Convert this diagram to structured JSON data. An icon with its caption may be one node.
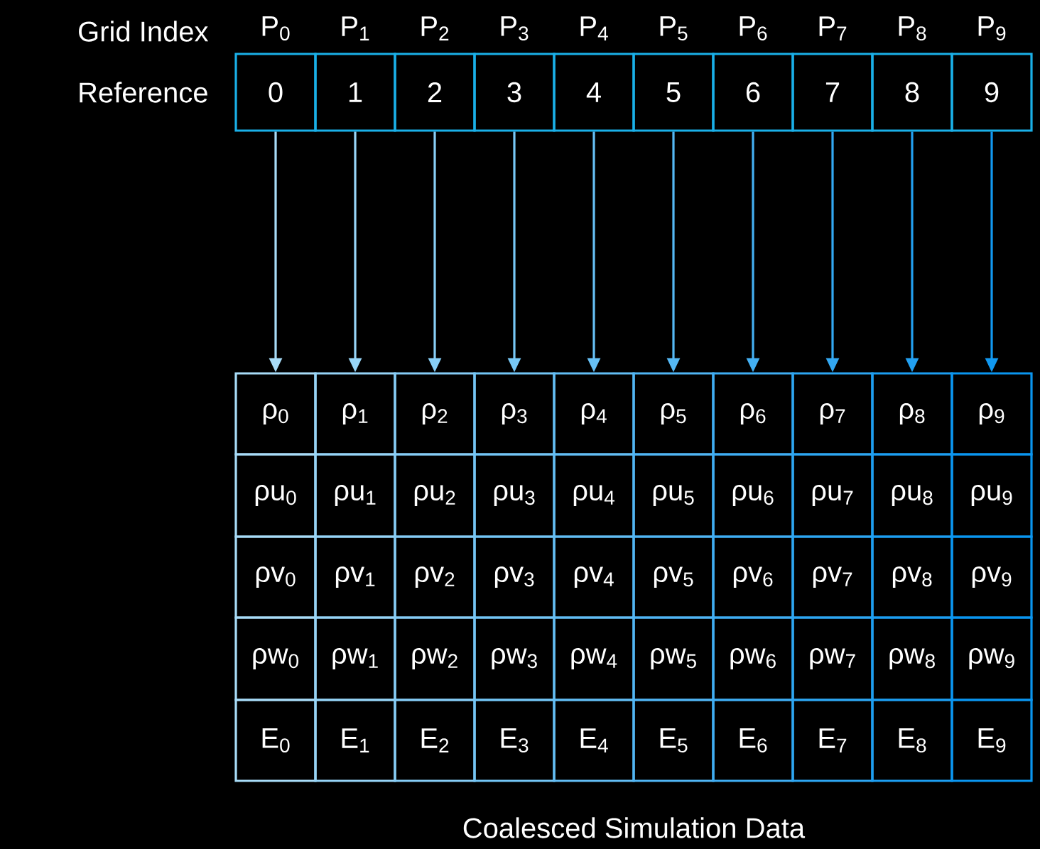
{
  "diagram": {
    "caption": "Coalesced Simulation Data",
    "nodes": [
      {
        "text": [
          "0"
        ]
      },
      {
        "text": [
          "1"
        ]
      },
      {
        "text": [
          "2"
        ]
      },
      {
        "text": [
          "3"
        ]
      },
      {
        "text": [
          "4"
        ]
      },
      {
        "text": [
          "5"
        ]
      },
      {
        "text": [
          "6"
        ]
      },
      {
        "text": [
          "7"
        ]
      },
      {
        "text": [
          "8"
        ]
      },
      {
        "text": [
          "9"
        ]
      },
      {
        "text": [
          "ρ$_{0}$"
        ]
      },
      {
        "text": [
          "ρ$_{1}$"
        ]
      },
      {
        "text": [
          "ρ$_{2}$"
        ]
      },
      {
        "text": [
          "ρ$_{3}$"
        ]
      },
      {
        "text": [
          "ρ$_{4}$"
        ]
      },
      {
        "text": [
          "ρ$_{5}$"
        ]
      },
      {
        "text": [
          "ρ$_{6}$"
        ]
      },
      {
        "text": [
          "ρ$_{7}$"
        ]
      },
      {
        "text": [
          "ρ$_{8}$"
        ]
      },
      {
        "text": [
          "ρ$_{9}$"
        ]
      },
      {
        "text": [
          "ρu$_{0}$"
        ]
      },
      {
        "text": [
          "ρu$_{1}$"
        ]
      },
      {
        "text": [
          "ρu$_{2}$"
        ]
      },
      {
        "text": [
          "ρu$_{3}$"
        ]
      },
      {
        "text": [
          "ρu$_{4}$"
        ]
      },
      {
        "text": [
          "ρu$_{5}$"
        ]
      },
      {
        "text": [
          "ρu$_{6}$"
        ]
      },
      {
        "text": [
          "ρu$_{7}$"
        ]
      },
      {
        "text": [
          "ρu$_{8}$"
        ]
      },
      {
        "text": [
          "ρu$_{9}$"
        ]
      },
      {
        "text": [
          "ρv$_{0}$"
        ]
      },
      {
        "text": [
          "ρv$_{1}$"
        ]
      },
      {
        "text": [
          "ρv$_{2}$"
        ]
      },
      {
        "text": [
          "ρv$_{3}$"
        ]
      },
      {
        "text": [
          "ρv$_{4}$"
        ]
      },
      {
        "text": [
          "ρv$_{5}$"
        ]
      },
      {
        "text": [
          "ρv$_{6}$"
        ]
      },
      {
        "text": [
          "ρv$_{7}$"
        ]
      },
      {
        "text": [
          "ρv$_{8}$"
        ]
      },
      {
        "text": [
          "ρv$_{9}$"
        ]
      },
      {
        "text": [
          "ρw$_{0}$"
        ]
      },
      {
        "text": [
          "ρw$_{1}$"
        ]
      },
      {
        "text": [
          "ρw$_{2}$"
        ]
      },
      {
        "text": [
          "ρw$_{3}$"
        ]
      },
      {
        "text": [
          "ρw$_{4}$"
        ]
      },
      {
        "text": [
          "ρw$_{5}$"
        ]
      },
      {
        "text": [
          "ρw$_{6}$"
        ]
      },
      {
        "text": [
          "ρw$_{7}$"
        ]
      },
      {
        "text": [
          "ρw$_{8}$"
        ]
      },
      {
        "text": [
          "ρw$_{9}$"
        ]
      },
      {
        "text": [
          "E$_{0}$"
        ]
      },
      {
        "text": [
          "E$_{1}$"
        ]
      },
      {
        "text": [
          "E$_{2}$"
        ]
      },
      {
        "text": [
          "E$_{3}$"
        ]
      },
      {
        "text": [
          "E$_{4}$"
        ]
      },
      {
        "text": [
          "E$_{5}$"
        ]
      },
      {
        "text": [
          "E$_{6}$"
        ]
      },
      {
        "text": [
          "E$_{7}$"
        ]
      },
      {
        "text": [
          "E$_{8}$"
        ]
      },
      {
        "text": [
          "E$_{9}$"
        ]
      }
    ],
    "edges": [
      {
        "from": 0,
        "to": 10,
        "arrow": "to",
        "color": "#a8dcf8"
      },
      {
        "from": 1,
        "to": 11,
        "arrow": "to",
        "color": "#98d6f8"
      },
      {
        "from": 2,
        "to": 12,
        "arrow": "to",
        "color": "#88cff7"
      },
      {
        "from": 3,
        "to": 13,
        "arrow": "to",
        "color": "#77c8f6"
      },
      {
        "from": 4,
        "to": 14,
        "arrow": "to",
        "color": "#66c0f5"
      },
      {
        "from": 5,
        "to": 15,
        "arrow": "to",
        "color": "#55b8f4"
      },
      {
        "from": 6,
        "to": 16,
        "arrow": "to",
        "color": "#44b0f3"
      },
      {
        "from": 7,
        "to": 17,
        "arrow": "to",
        "color": "#33a8f2"
      },
      {
        "from": 8,
        "to": 18,
        "arrow": "to",
        "color": "#22a0f1"
      },
      {
        "from": 9,
        "to": 19,
        "arrow": "to",
        "color": "#1198f0"
      }
    ],
    "labels": [
      "Grid Index",
      "P$_{0}$",
      "P$_{1}$",
      "P$_{2}$",
      "P$_{3}$",
      "P$_{4}$",
      "P$_{5}$",
      "P$_{6}$",
      "P$_{7}$",
      "P$_{8}$",
      "P$_{9}$",
      "Reference"
    ]
  }
}
